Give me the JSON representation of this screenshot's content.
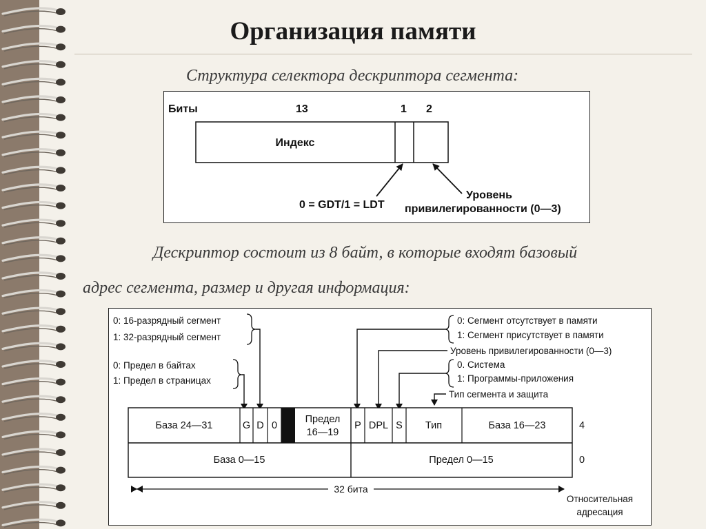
{
  "slide": {
    "title": "Организация памяти",
    "subtitle": "Структура селектора дескриптора сегмента:",
    "paragraph_line1": "Дескриптор состоит из 8 байт, в которые входят базовый",
    "paragraph_line2": "адрес сегмента, размер и другая информация:"
  },
  "selector_figure": {
    "bits_label": "Биты",
    "bits_13": "13",
    "bits_1": "1",
    "bits_2": "2",
    "index_label": "Индекс",
    "table_indicator": "0 = GDT/1 = LDT",
    "privilege_line1": "Уровень",
    "privilege_line2": "привилегированности (0—3)"
  },
  "descriptor_figure": {
    "d_bit_0": "0: 16-разрядный сегмент",
    "d_bit_1": "1: 32-разрядный сегмент",
    "g_bit_0": "0: Предел в байтах",
    "g_bit_1": "1: Предел в страницах",
    "p_bit_0": "0: Сегмент отсутствует в памяти",
    "p_bit_1": "1: Сегмент присутствует в памяти",
    "dpl_note": "Уровень привилегированности (0—3)",
    "s_bit_0": "0. Система",
    "s_bit_1": "1: Программы-приложения",
    "type_note": "Тип сегмента и защита",
    "base_24_31": "База 24—31",
    "g": "G",
    "d": "D",
    "zero": "0",
    "limit_16_19_line1": "Предел",
    "limit_16_19_line2": "16—19",
    "p": "P",
    "dpl": "DPL",
    "s": "S",
    "type": "Тип",
    "base_16_23": "База 16—23",
    "offset_4": "4",
    "base_0_15": "База 0—15",
    "limit_0_15": "Предел 0—15",
    "offset_0": "0",
    "width_label": "32 бита",
    "relative_line1": "Относительная",
    "relative_line2": "адресация"
  }
}
